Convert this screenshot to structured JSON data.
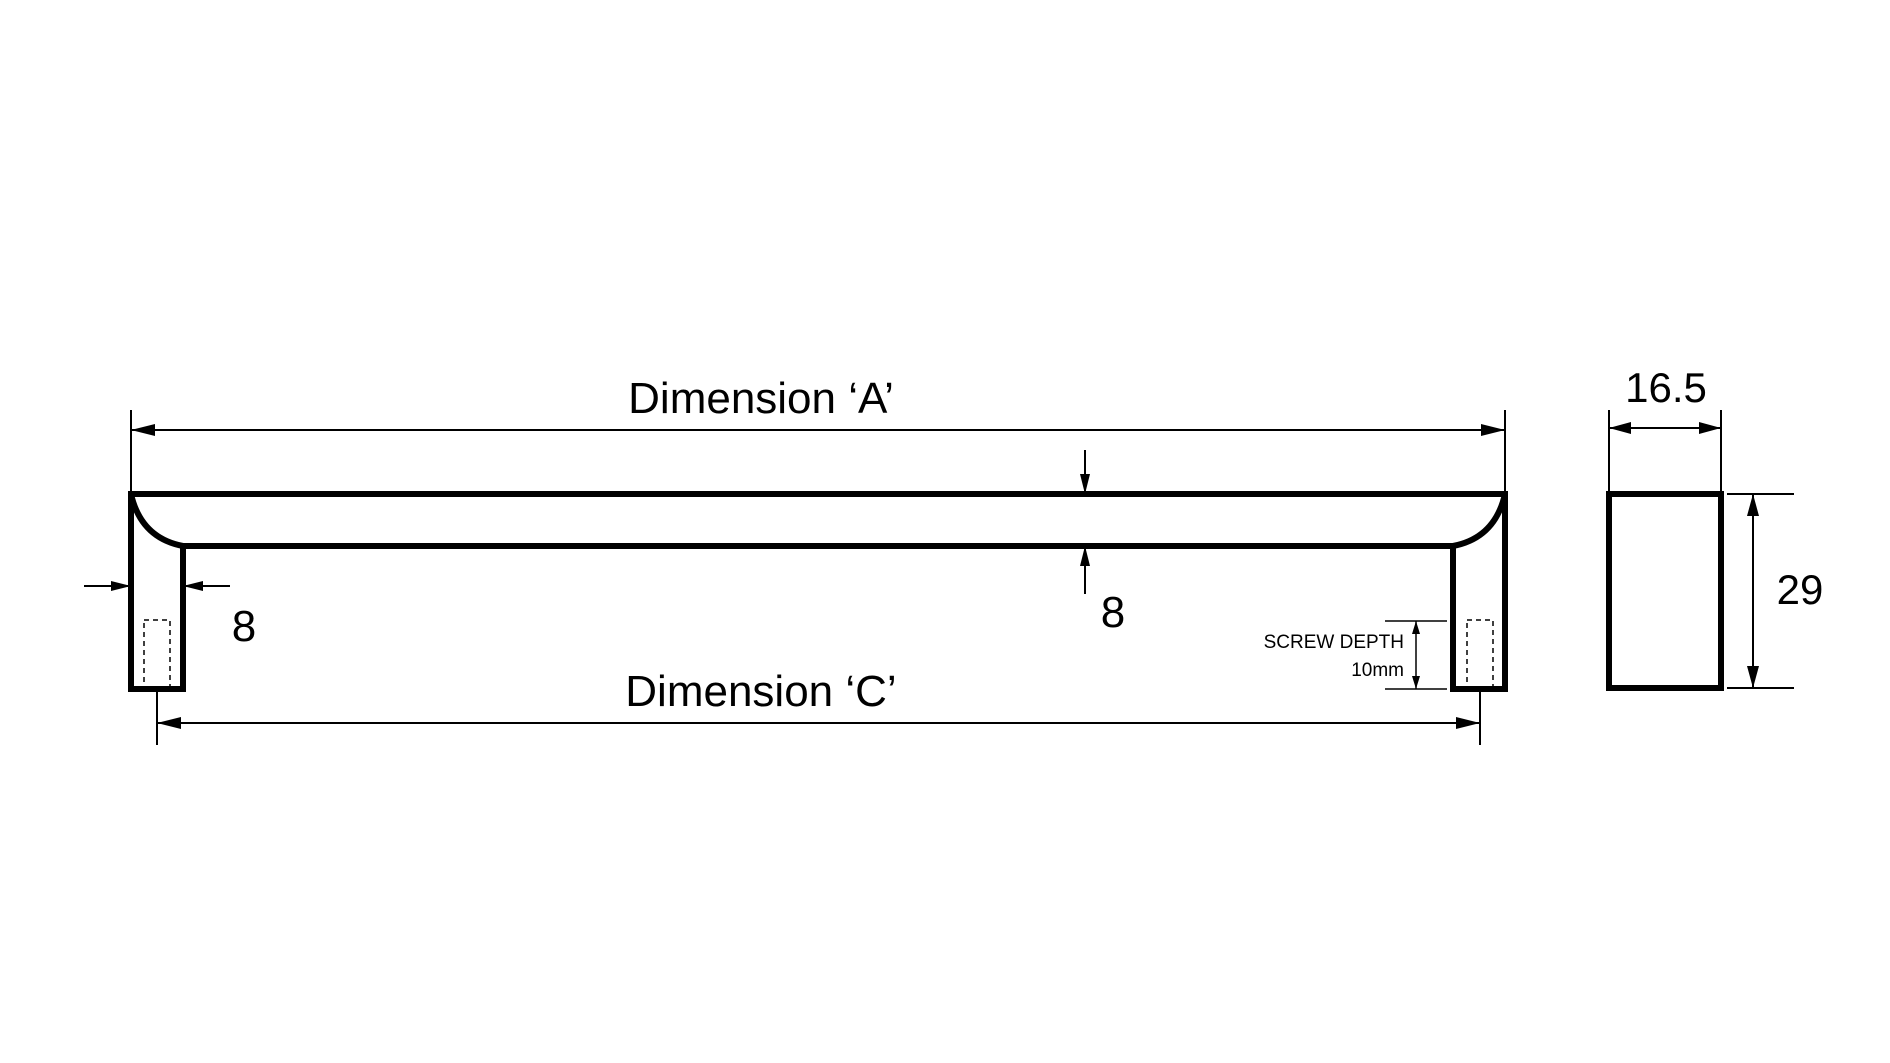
{
  "dimension_a": {
    "label": "Dimension ‘A’"
  },
  "dimension_c": {
    "label": "Dimension ‘C’"
  },
  "leg_width": {
    "label": "8"
  },
  "bar_thickness": {
    "label": "8"
  },
  "screw_depth": {
    "title": "SCREW DEPTH",
    "value": "10mm"
  },
  "end_width": {
    "label": "16.5"
  },
  "end_height": {
    "label": "29"
  }
}
